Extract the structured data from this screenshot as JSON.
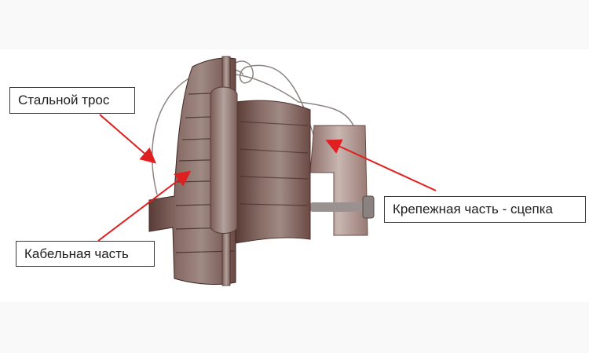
{
  "labels": {
    "steel_cable": "Стальной трос",
    "cable_part": "Кабельная часть",
    "fastener_part": "Крепежная часть - сцепка"
  },
  "colors": {
    "arrow": "#e02020",
    "label_border": "#3a3a3a",
    "background_band": "#f9f9f9"
  }
}
